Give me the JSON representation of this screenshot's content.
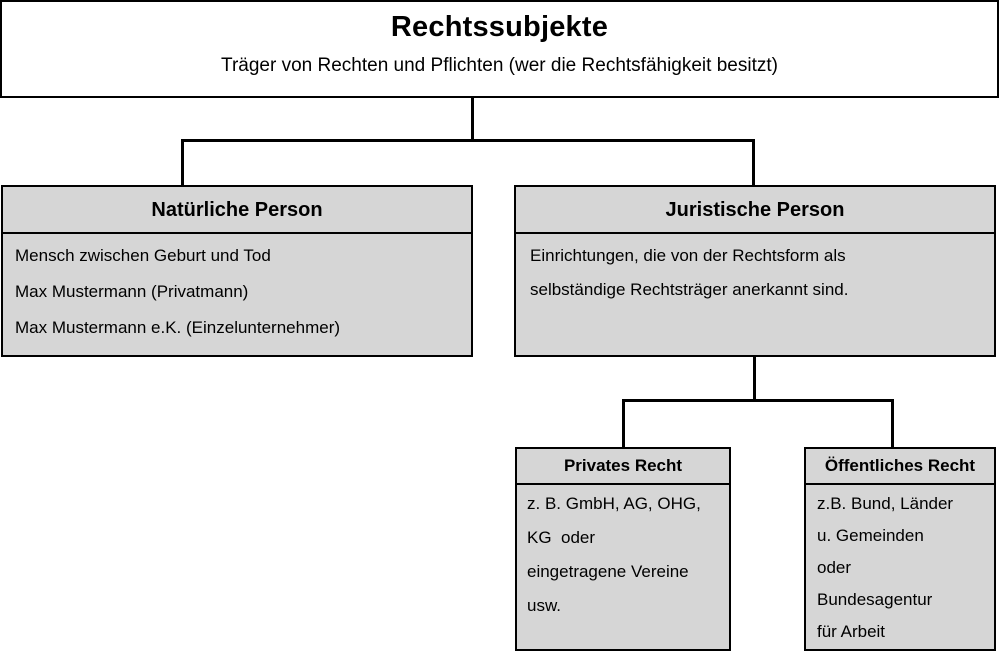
{
  "diagram": {
    "title": "Rechtssubjekte",
    "colors": {
      "node_fill": "#d6d6d6",
      "root_fill": "#ffffff",
      "border": "#000000",
      "text": "#000000"
    },
    "root": {
      "header": "Rechtssubjekte",
      "body_lines": [
        "Träger von Rechten und Pflichten (wer die Rechtsfähigkeit besitzt)"
      ]
    },
    "natural_person": {
      "header": "Natürliche Person",
      "body_lines": [
        "Mensch zwischen Geburt und Tod",
        "Max Mustermann (Privatmann)",
        "Max Mustermann e.K. (Einzelunternehmer)"
      ]
    },
    "legal_person": {
      "header": "Juristische Person",
      "body_lines": [
        "Einrichtungen, die von der Rechtsform als",
        "selbständige Rechtsträger anerkannt sind."
      ]
    },
    "private_law": {
      "header": "Privates Recht",
      "body_lines": [
        "z. B. GmbH, AG, OHG,",
        "KG  oder",
        "eingetragene Vereine",
        "usw."
      ]
    },
    "public_law": {
      "header": "Öffentliches Recht",
      "body_lines": [
        "z.B. Bund, Länder",
        "u. Gemeinden",
        "oder",
        "Bundesagentur",
        "für Arbeit"
      ]
    }
  }
}
